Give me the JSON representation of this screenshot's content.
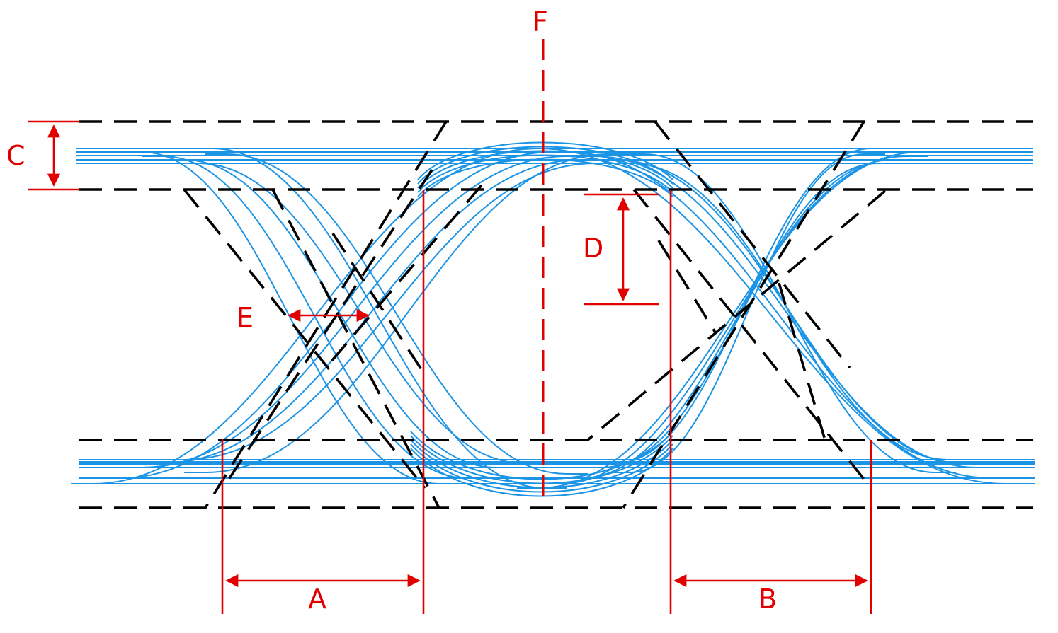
{
  "labels": {
    "a": "A",
    "b": "B",
    "c": "C",
    "d": "D",
    "e": "E",
    "f": "F"
  },
  "colors": {
    "trace": "#1c94e6",
    "annotation": "#e00000",
    "mask": "#000000"
  }
}
